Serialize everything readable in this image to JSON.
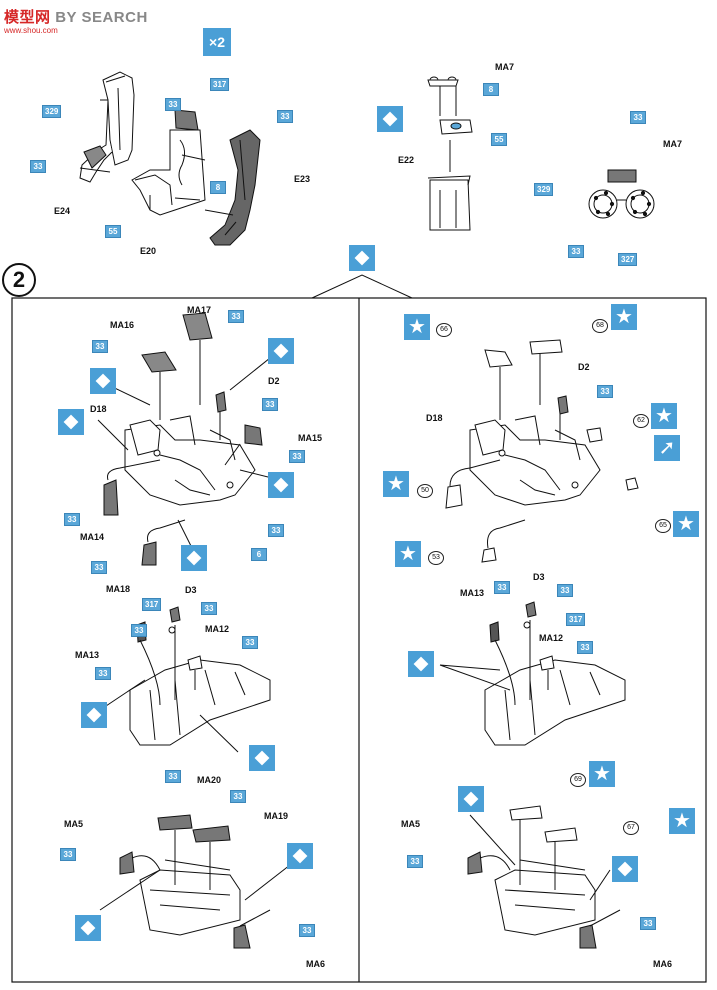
{
  "watermark": {
    "brand_cn": "模型网",
    "brand": "SEARCH",
    "brand_prefix": "BY",
    "url": "www.shou.com"
  },
  "step1": {
    "multiplier": "×2",
    "parts": {
      "ma7_top": "MA7",
      "e22": "E22",
      "e23": "E23",
      "e24": "E24",
      "e20": "E20",
      "ma7_right": "MA7"
    },
    "paints": {
      "p329a": "329",
      "p33a": "33",
      "p317": "317",
      "p33b": "33",
      "p8a": "8",
      "p55a": "55",
      "p33c": "33",
      "p8b": "8",
      "p55b": "55",
      "p33d": "33",
      "p329b": "329",
      "p33e": "33",
      "p327": "327"
    }
  },
  "step2": {
    "number": "2",
    "left": {
      "parts": {
        "ma16": "MA16",
        "ma17": "MA17",
        "d2": "D2",
        "d18": "D18",
        "ma15": "MA15",
        "ma14": "MA14",
        "ma18": "MA18",
        "d3": "D3",
        "ma12": "MA12",
        "ma13": "MA13",
        "ma20": "MA20",
        "ma19": "MA19",
        "ma5": "MA5",
        "ma6": "MA6"
      },
      "paints": {
        "a": "33",
        "b": "33",
        "c": "33",
        "d": "33",
        "e": "33",
        "f": "33",
        "g": "6",
        "h": "33",
        "i": "33",
        "j": "317",
        "k": "33",
        "l": "33",
        "m": "33",
        "n": "33",
        "o": "33",
        "p": "33",
        "q": "33",
        "r": "33"
      }
    },
    "right": {
      "parts": {
        "d2": "D2",
        "d18": "D18",
        "d3": "D3",
        "ma13": "MA13",
        "ma12": "MA12",
        "ma5": "MA5",
        "ma6": "MA6"
      },
      "paints": {
        "a": "33",
        "b": "33",
        "c": "33",
        "d": "317",
        "e": "33",
        "f": "33",
        "g": "33"
      },
      "decals": {
        "d66": "66",
        "d68": "68",
        "d62": "62",
        "d50": "50",
        "d65": "65",
        "d53": "53",
        "d69": "69",
        "d67": "67"
      }
    }
  },
  "colors": {
    "paint_chip": "#5aa7d8",
    "mark_blue": "#4a9fd6",
    "ink": "#111111"
  }
}
